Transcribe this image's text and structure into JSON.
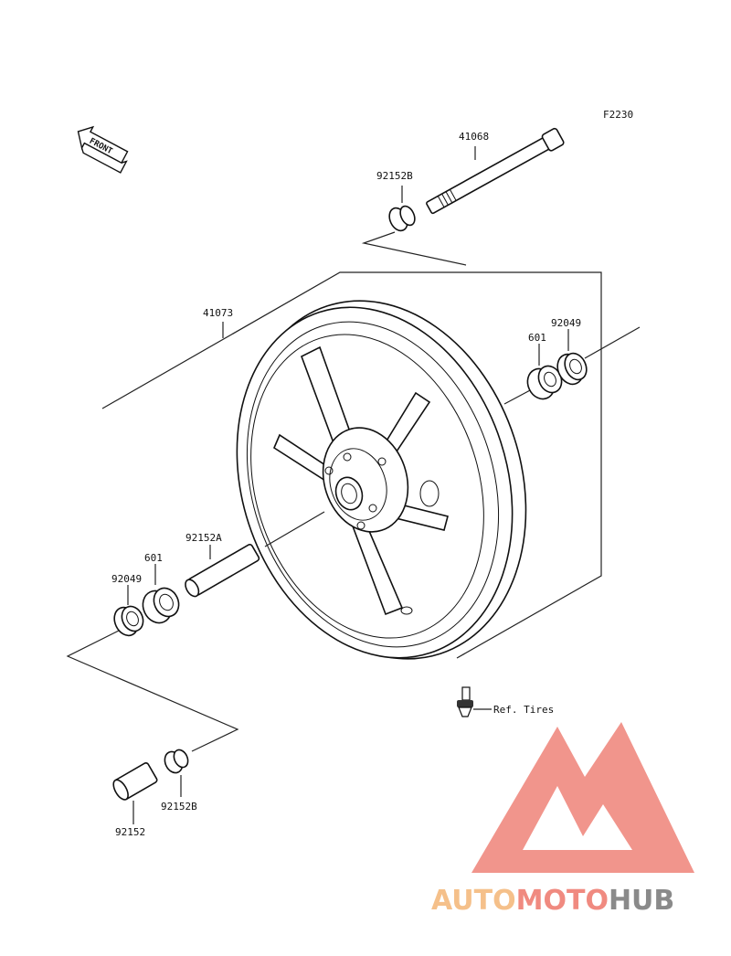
{
  "diagram": {
    "figure_code": "F2230",
    "front_label": "FRONT",
    "parts": {
      "axle": "41068",
      "collar_top": "92152B",
      "wheel": "41073",
      "bearing_right": "601",
      "seal_right": "92049",
      "spacer": "92152A",
      "bearing_left": "601",
      "seal_left": "92049",
      "collar_left": "92152",
      "collar_bottom": "92152B"
    },
    "ref_tires": "Ref. Tires"
  },
  "watermark": {
    "part1": "AUTO",
    "part2": "MOTO",
    "part3": "HUB",
    "color_light": "#f5c08a",
    "color_red": "#f08a80",
    "color_grey": "#8a8a8a"
  }
}
